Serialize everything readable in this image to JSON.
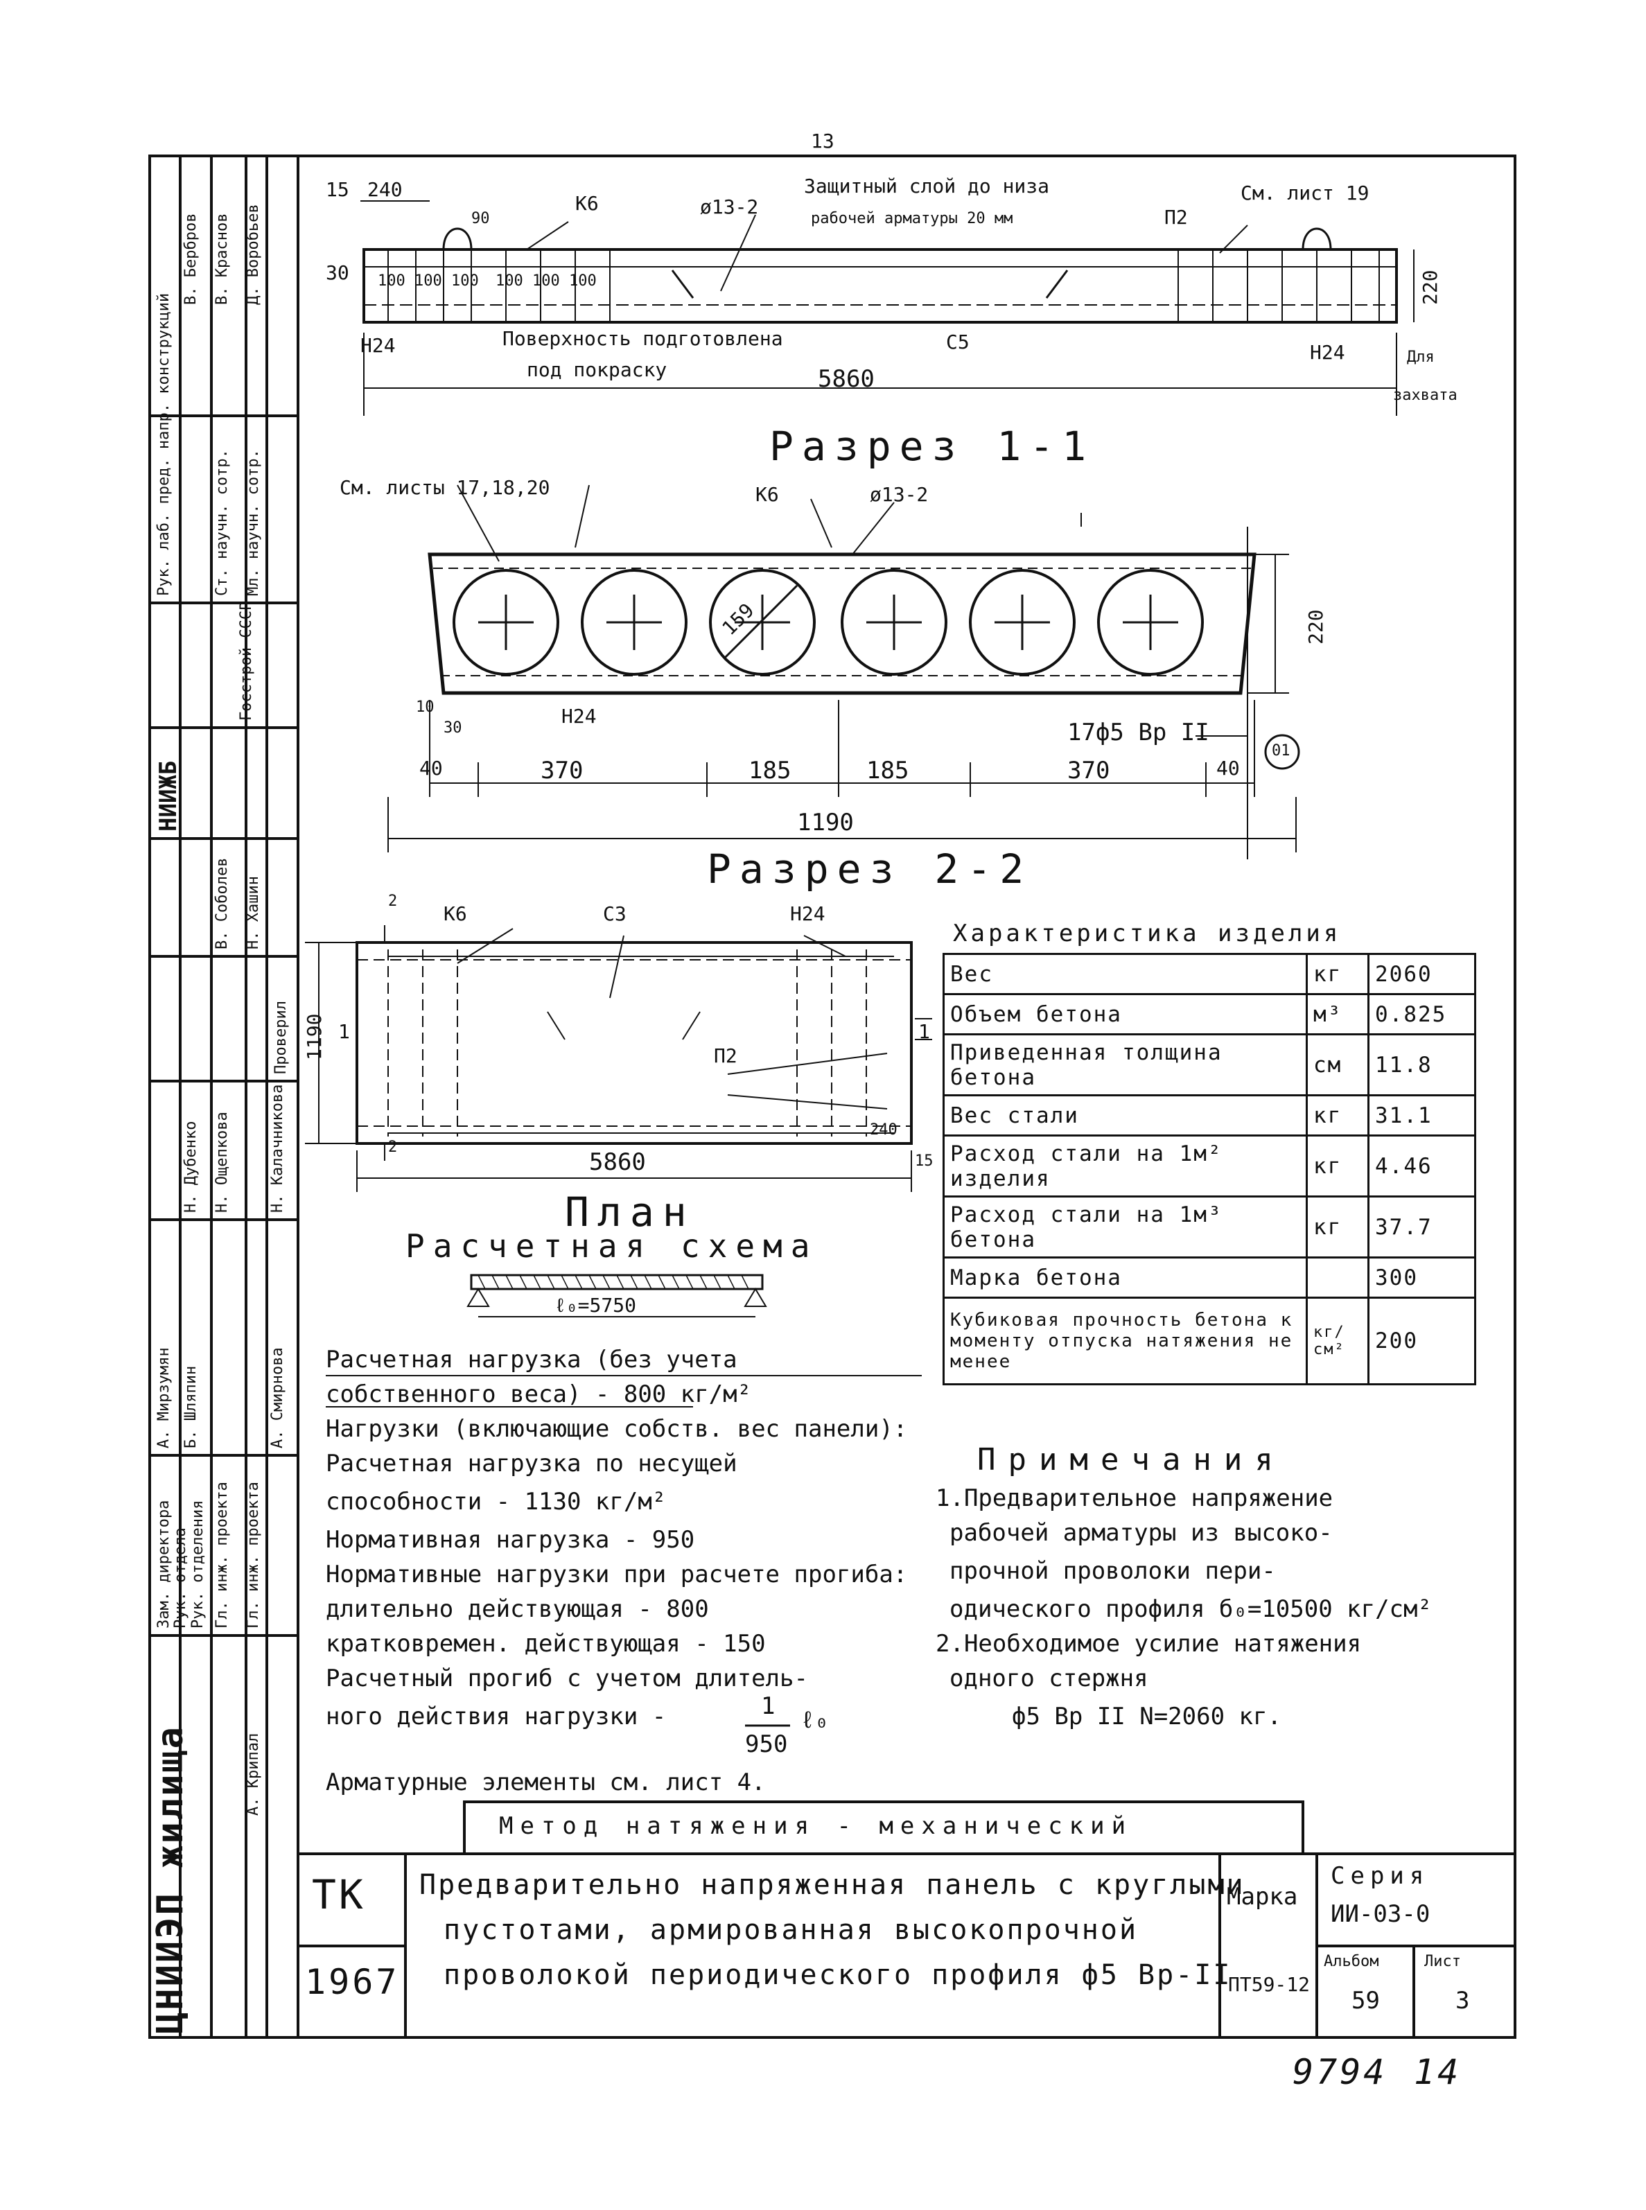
{
  "page_number": "13",
  "top_view": {
    "labels": {
      "d15": "15",
      "d240": "240",
      "k6": "К6",
      "c_bar": "ø13-2",
      "prot1": "Защитный слой до низа",
      "prot2": "рабочей арматуры 20 мм",
      "sheet19": "См. лист 19",
      "p2": "П2",
      "d30": "30",
      "d90": "90",
      "spacing": "100 100 100",
      "spacing2": "100 100 100",
      "n24a": "Н24",
      "n24b": "Н24",
      "surf1": "Поверхность подготовлена",
      "surf2": "под покраску",
      "c5": "С5",
      "len": "5860",
      "h220": "220",
      "grip1": "Для",
      "grip2": "захвата"
    }
  },
  "section1": {
    "title": "Разрез 1-1",
    "labels": {
      "sheets": "См. листы 17,18,20",
      "k6": "К6",
      "bar": "ø13-2",
      "dia": "159",
      "h220": "220",
      "d10": "10",
      "d30": "30",
      "n24": "Н24",
      "rebar": "17ф5 Вр II",
      "mark": "01",
      "d40a": "40",
      "d370a": "370",
      "d185a": "185",
      "d185b": "185",
      "d370b": "370",
      "d40b": "40",
      "width": "1190"
    }
  },
  "section2_title": "Разрез 2-2",
  "plan": {
    "title": "План",
    "labels": {
      "mark2a": "2",
      "k6": "К6",
      "c3": "С3",
      "n24": "Н24",
      "p2": "П2",
      "side1": "1",
      "side1b": "1",
      "w1190": "1190",
      "mark2b": "2",
      "len": "5860",
      "d240": "240",
      "d15": "15"
    }
  },
  "calc_scheme": {
    "title": "Расчетная схема",
    "span": "ℓ₀=5750"
  },
  "loads": [
    "Расчетная нагрузка (без учета",
    "собственного веса)        - 800 кг/м²",
    "Нагрузки (включающие собств. вес панели):",
    "Расчетная нагрузка по несущей",
    "   способности          - 1130 кг/м²",
    "Нормативная нагрузка      - 950",
    "Нормативные нагрузки при расчете прогиба:",
    "   длительно действующая   - 800",
    "   кратковремен. действующая - 150",
    "Расчетный прогиб с учетом длитель-",
    "ного действия нагрузки  -"
  ],
  "deflection": {
    "num": "1",
    "den": "950",
    "tail": "ℓ₀"
  },
  "rebar_note": "Арматурные элементы см. лист 4.",
  "spec_table": {
    "title": "Характеристика изделия",
    "rows": [
      {
        "name": "Вес",
        "unit": "кг",
        "value": "2060"
      },
      {
        "name": "Объем бетона",
        "unit": "м³",
        "value": "0.825"
      },
      {
        "name": "Приведенная толщина бетона",
        "unit": "см",
        "value": "11.8"
      },
      {
        "name": "Вес стали",
        "unit": "кг",
        "value": "31.1"
      },
      {
        "name": "Расход стали на 1м² изделия",
        "unit": "кг",
        "value": "4.46"
      },
      {
        "name": "Расход стали на 1м³ бетона",
        "unit": "кг",
        "value": "37.7"
      },
      {
        "name": "Марка бетона",
        "unit": "",
        "value": "300"
      },
      {
        "name": "Кубиковая прочность бетона к моменту отпуска натяжения не менее",
        "unit": "кг/см²",
        "value": "200"
      }
    ]
  },
  "notes": {
    "title": "Примечания",
    "lines": [
      "1.Предварительное напряжение",
      "рабочей арматуры из высоко-",
      "прочной проволоки пери-",
      "одического профиля б₀=10500 кг/см²",
      "2.Необходимое усилие натяжения",
      "одного стержня",
      "ф5 Вр II        N=2060 кг."
    ]
  },
  "method": "Метод натяжения - механический",
  "title_block": {
    "tk": "ТК",
    "year": "1967",
    "org": "ЦНИИЭП жилища",
    "description": [
      "Предварительно напряженная панель с круглыми",
      "пустотами, армированная высокопрочной",
      "проволокой периодического профиля ф5 Вр-II"
    ],
    "marka_label": "Марка",
    "marka": "ПТ59-12",
    "series_label": "Серия",
    "series": "ИИ-03-0",
    "album_label": "Альбом",
    "album": "59",
    "sheet_label": "Лист",
    "sheet": "3"
  },
  "left_column": {
    "inst1": "НИИЖБ",
    "inst2": "Госстрой СССР",
    "roles": [
      "Рук. лаб. пред. напр. конструкций",
      "Ст. научн. сотр.",
      "Мл. научн. сотр."
    ],
    "people": [
      "В. Бербров",
      "В. Краснов",
      "Д. Воробьев"
    ],
    "names2": [
      "А. Мирзумян",
      "Б. Шляпин",
      "В. Соболев",
      "Н. Хашин"
    ],
    "roles2": [
      "Зам. директора",
      "Рук. отдела",
      "Рук. отделения",
      "Гл. инж. проекта",
      "Гл. инж. проекта"
    ],
    "names3": [
      "Н. Дубенко",
      "Н. Ощепкова",
      "А. Крипал",
      "А. Смирнова",
      "Н. Калачникова"
    ],
    "role_check": "Проверил"
  },
  "stamp_numbers": {
    "left": "9794",
    "right": "14"
  }
}
